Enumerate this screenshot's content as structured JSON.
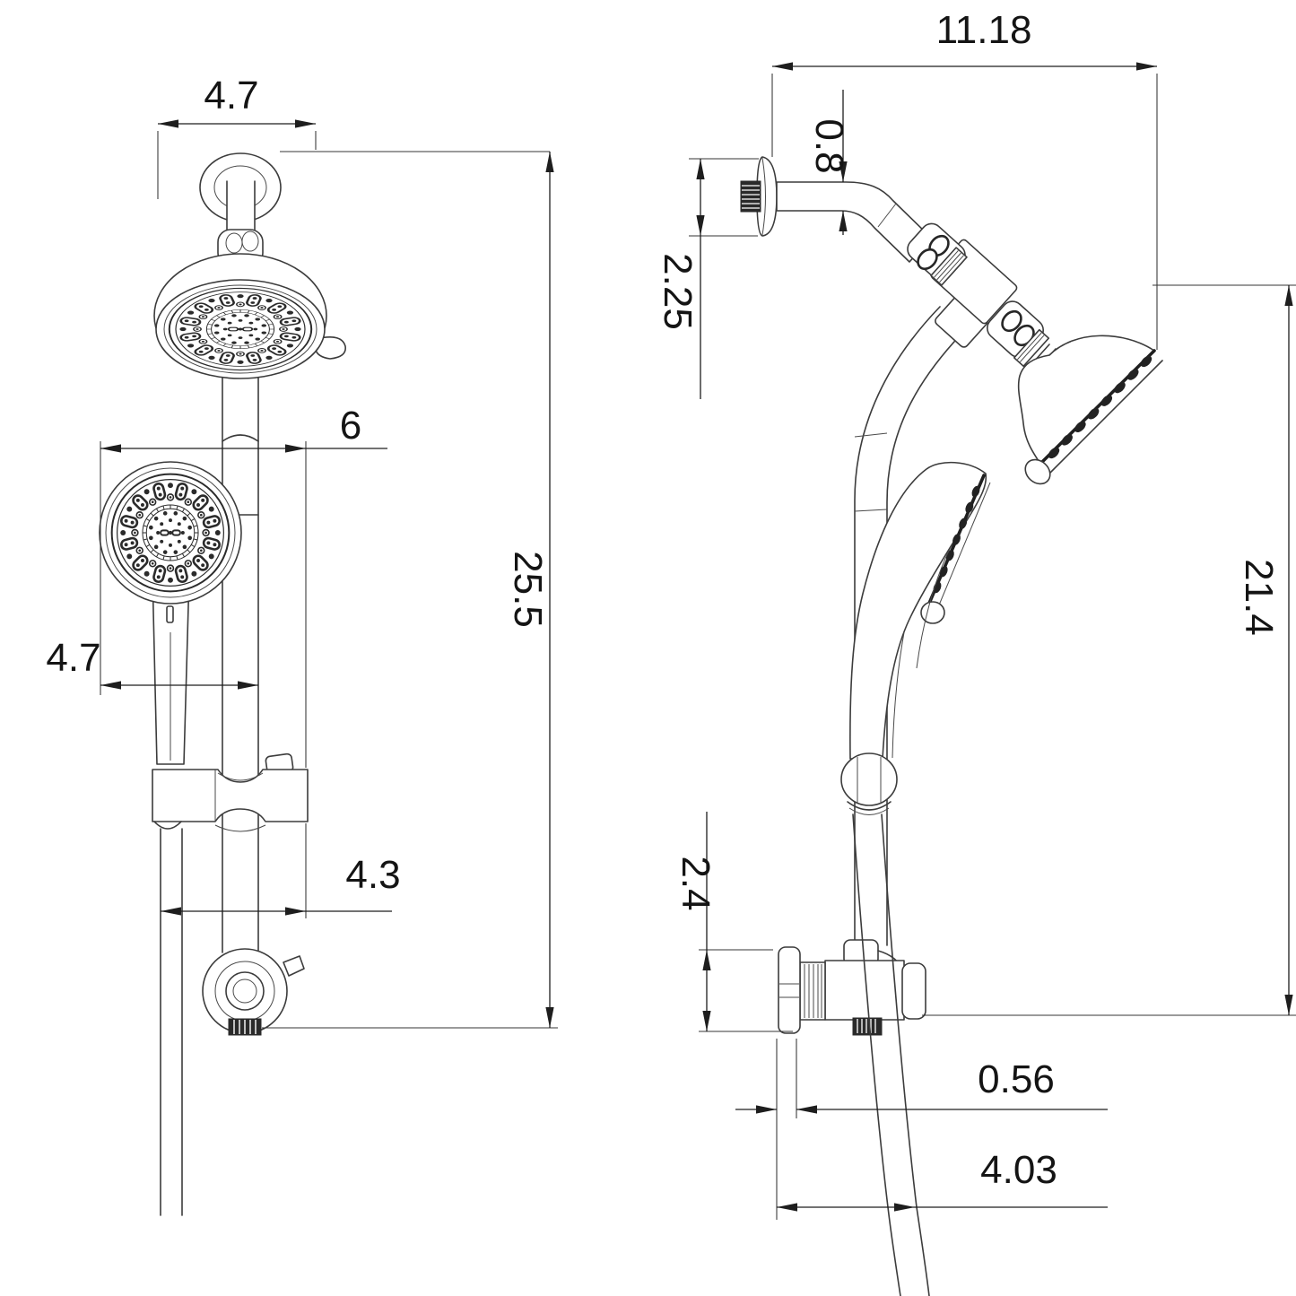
{
  "drawing": {
    "type": "technical-dimension-drawing",
    "product": "dual shower system with fixed head, handheld sprayer, slide bar and wall brackets",
    "units": "inches",
    "front_view": {
      "name": "front-view",
      "dimensions": {
        "head_width": "4.7",
        "slide_offset": "6",
        "overall_height": "25.5",
        "handheld_width": "4.7",
        "bracket_span": "4.3"
      }
    },
    "side_view": {
      "name": "side-view",
      "dimensions": {
        "overall_depth": "11.18",
        "arm_diameter": "0.8",
        "flange_height": "2.25",
        "vertical_drop": "21.4",
        "bracket_height": "2.4",
        "flange_depth": "0.56",
        "hose_offset": "4.03"
      }
    },
    "colors": {
      "line": "#3c3c3c",
      "dimension": "#1e1e1e",
      "dark_fill": "#2a2a2a",
      "background": "#ffffff"
    }
  }
}
